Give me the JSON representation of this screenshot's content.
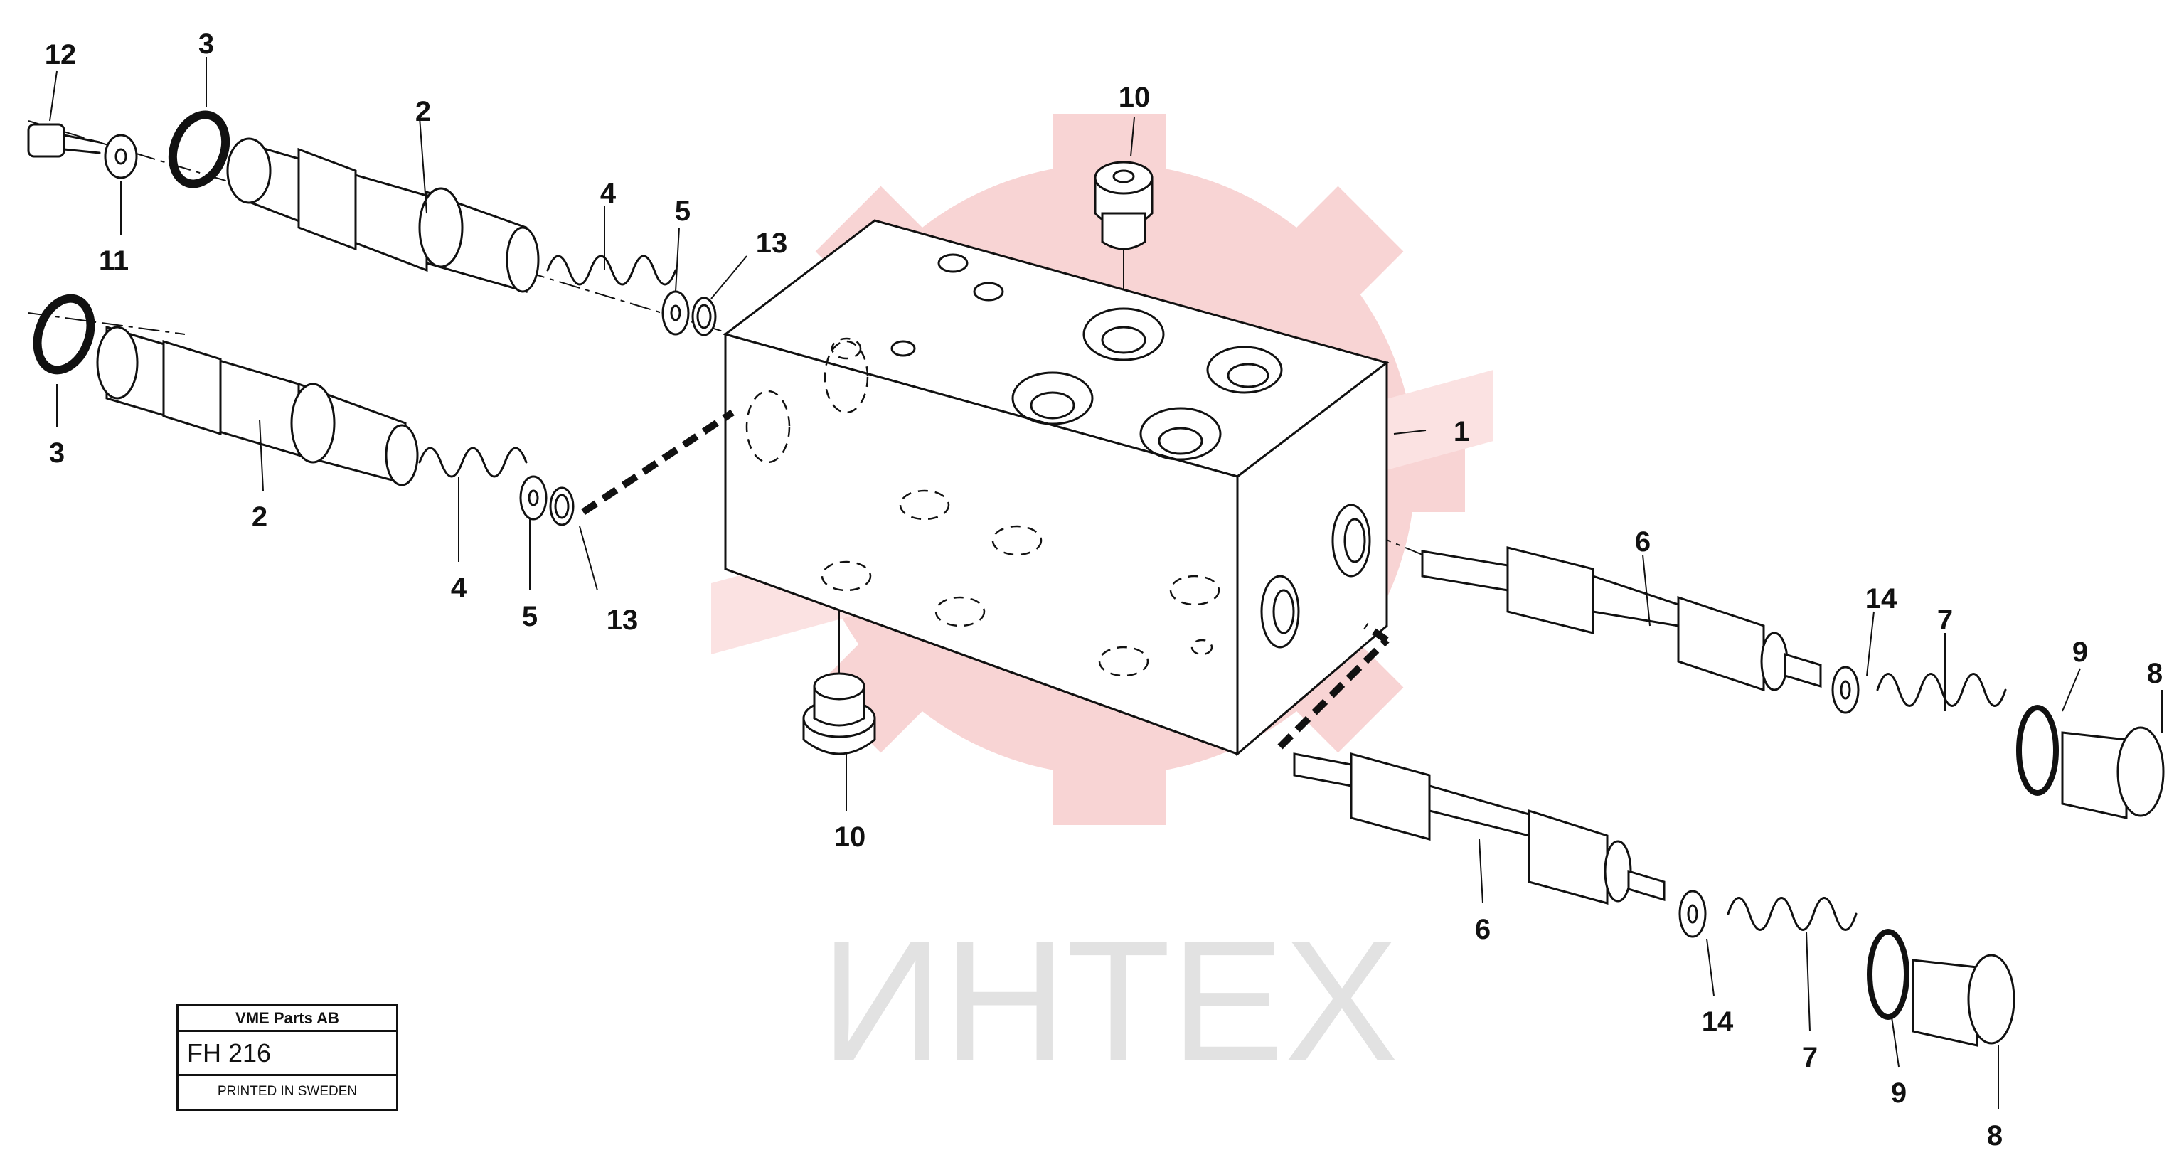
{
  "callouts": {
    "c1": "1",
    "c2a": "2",
    "c2b": "2",
    "c3a": "3",
    "c3b": "3",
    "c4a": "4",
    "c4b": "4",
    "c5a": "5",
    "c5b": "5",
    "c6a": "6",
    "c6b": "6",
    "c7a": "7",
    "c7b": "7",
    "c8a": "8",
    "c8b": "8",
    "c9a": "9",
    "c9b": "9",
    "c10a": "10",
    "c10b": "10",
    "c11": "11",
    "c12": "12",
    "c13a": "13",
    "c13b": "13",
    "c14a": "14",
    "c14b": "14"
  },
  "watermark": {
    "text": "ИНТЕХ",
    "color": "#f3c4c4",
    "gear_color": "#f8d4d4",
    "text_color": "#e2e2e2"
  },
  "stamp": {
    "company": "VME Parts AB",
    "code": "FH 216",
    "printed": "PRINTED IN SWEDEN"
  },
  "colors": {
    "ink": "#111111",
    "paper": "#ffffff"
  }
}
